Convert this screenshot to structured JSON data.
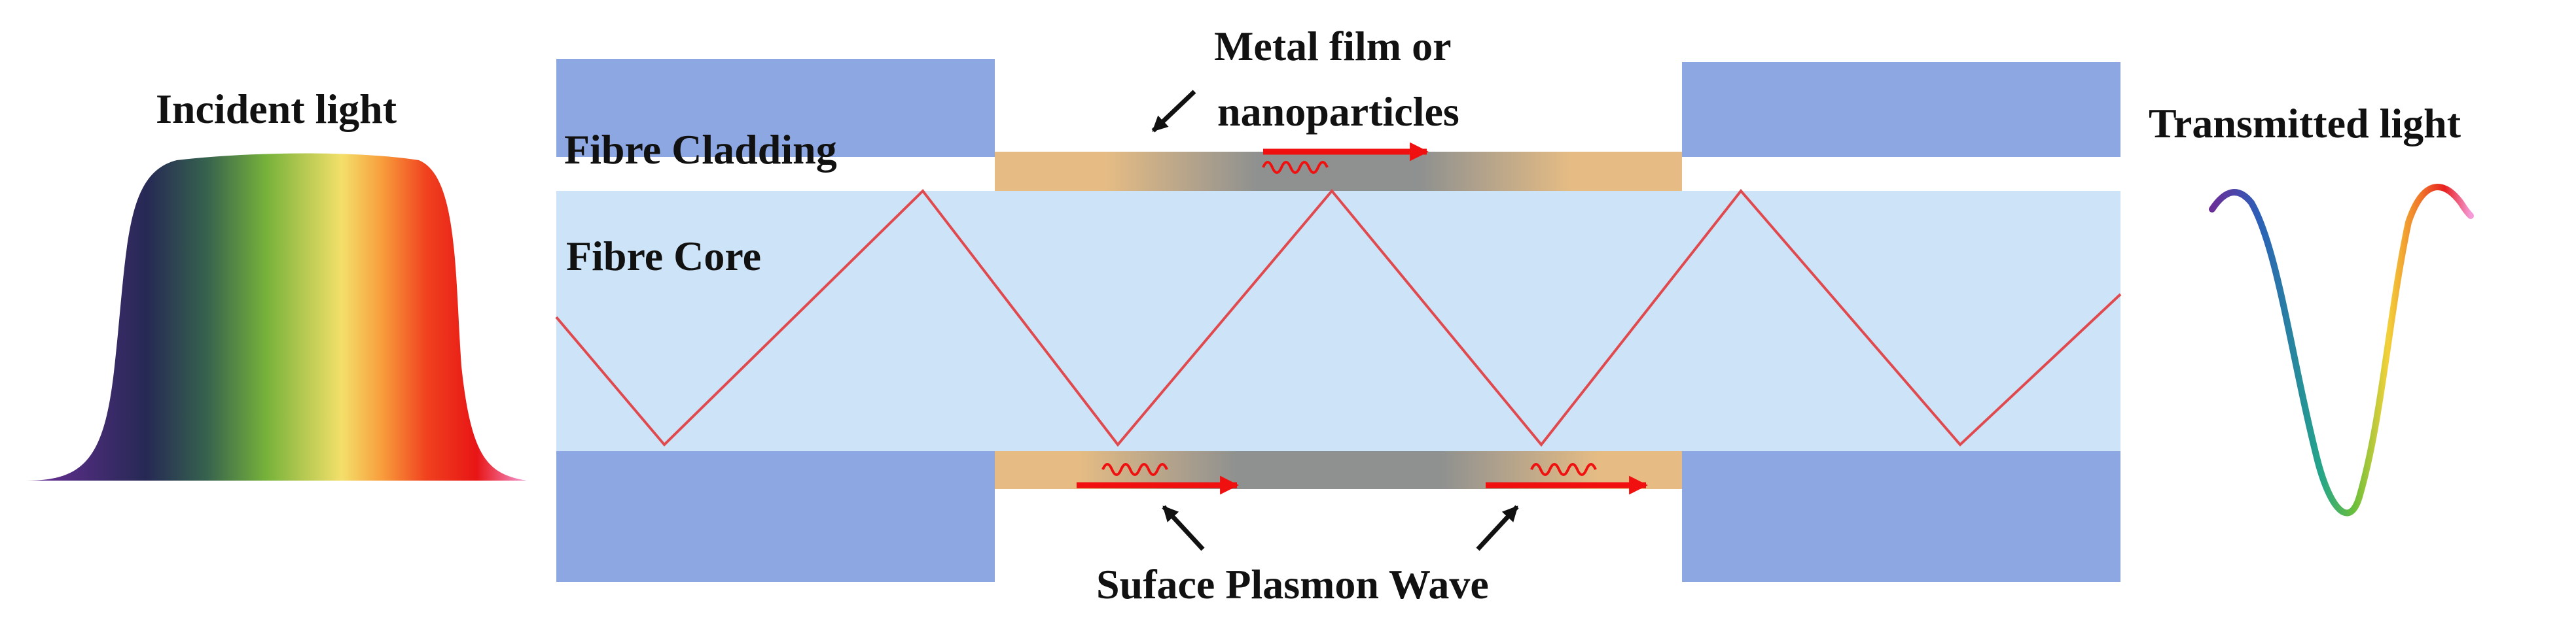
{
  "labels": {
    "incident_light": "Incident light",
    "transmitted_light": "Transmitted light",
    "fibre_cladding": "Fibre Cladding",
    "fibre_core": "Fibre Core",
    "metal_film_line1": "Metal film or",
    "metal_film_line2": "nanoparticles",
    "surface_plasmon_wave": "Suface Plasmon Wave"
  },
  "colors": {
    "cladding": "#8DA7E3",
    "core": "#CDE3F7",
    "metal_film": "#E6BC84",
    "metal_film_dark": "#8F9190",
    "ray": "#E0494D",
    "arrow_red": "#F01010",
    "pointer_arrow": "#111111",
    "spectrum": [
      "#6A2E98",
      "#262954",
      "#36624E",
      "#77B23A",
      "#F3E06A",
      "#F89E3C",
      "#F0411F",
      "#E81515",
      "#F59AD8"
    ]
  },
  "icons": {
    "incident_spectrum": "broadband-spectrum-curve",
    "transmitted_spectrum": "resonance-dip-curve",
    "plasmon_wave": "wavy-arrow-icon",
    "pointer": "black-pointer-arrow-icon"
  }
}
